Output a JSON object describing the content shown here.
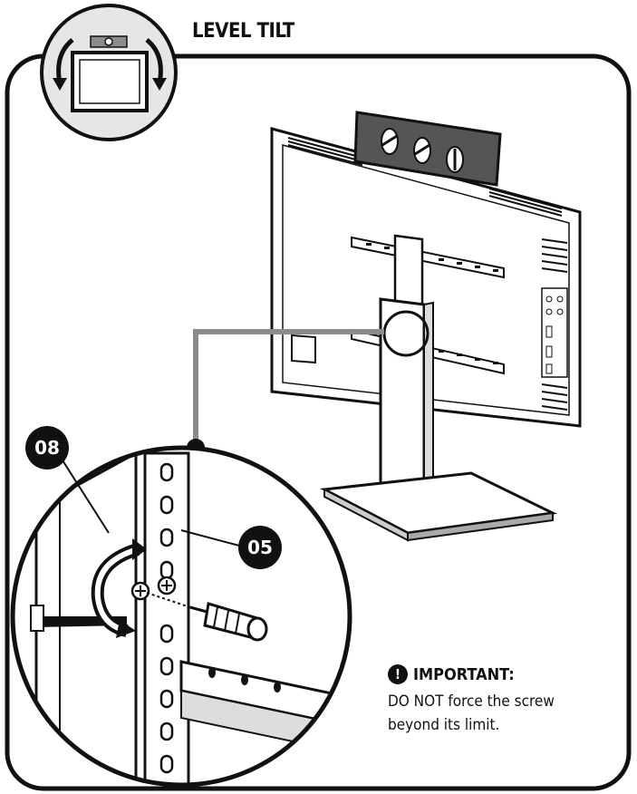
{
  "title": "LEVEL TILT",
  "callouts": {
    "frame": "08",
    "bracket": "05"
  },
  "note": {
    "icon": "exclamation-icon",
    "heading": "IMPORTANT:",
    "line1": "DO NOT force the screw",
    "line2": "beyond its limit."
  },
  "colors": {
    "ink": "#111111",
    "fill_gray": "#8c8c8c",
    "level_body": "#555555",
    "background": "#ffffff"
  }
}
